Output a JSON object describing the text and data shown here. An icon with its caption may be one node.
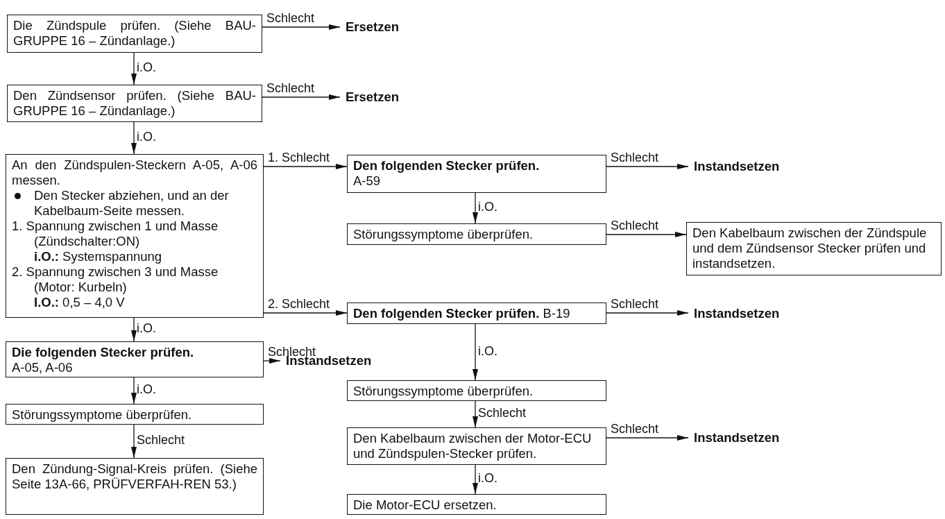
{
  "diagram": {
    "nodes": [
      {
        "text": [
          "Die Zündspule prüfen. (Siehe BAU-GRUPPE 16 – Zündanlage.)"
        ]
      },
      {
        "text": [
          "Ersetzen"
        ]
      },
      {
        "text": [
          "Den Zündsensor prüfen. (Siehe BAU-GRUPPE 16 – Zündanlage.)"
        ]
      },
      {
        "text": [
          "Ersetzen"
        ]
      },
      {
        "text": [
          "An den Zündspulen-Steckern A-05, A-06 messen.",
          "Den Stecker abziehen, und an der Kabelbaum-Seite messen.",
          "1. Spannung zwischen 1 und Masse (Zündschalter:ON)",
          "**i.O.:** Systemspannung",
          "2. Spannung zwischen 3 und Masse (Motor: Kurbeln)",
          "**I.O.:** 0,5 – 4,0 V"
        ]
      },
      {
        "text": [
          "Den folgenden Stecker prüfen.",
          "A-59"
        ]
      },
      {
        "text": [
          "Instandsetzen"
        ]
      },
      {
        "text": [
          "Störungssymptome überprüfen."
        ]
      },
      {
        "text": [
          "Den Kabelbaum zwischen der Zündspule und dem Zündsensor Stecker prüfen und instandsetzen."
        ]
      },
      {
        "text": [
          "**Den folgenden Stecker prüfen.** B-19"
        ]
      },
      {
        "text": [
          "Instandsetzen"
        ]
      },
      {
        "text": [
          "Die folgenden Stecker prüfen.",
          "A-05, A-06"
        ]
      },
      {
        "text": [
          "Instandsetzen"
        ]
      },
      {
        "text": [
          "Störungssymptome überprüfen."
        ]
      },
      {
        "text": [
          "Den Zündung-Signal-Kreis prüfen. (Siehe Seite 13A-66, PRÜFVERFAH-REN 53.)"
        ]
      },
      {
        "text": [
          "Störungssymptome überprüfen."
        ]
      },
      {
        "text": [
          "Den Kabelbaum zwischen der Motor-ECU und Zündspulen-Stecker prüfen."
        ]
      },
      {
        "text": [
          "Instandsetzen"
        ]
      },
      {
        "text": [
          "Die Motor-ECU ersetzen."
        ]
      }
    ],
    "edges": [
      {
        "from": 0,
        "to": 1,
        "arrow": "to",
        "label": "Schlecht"
      },
      {
        "from": 0,
        "to": 2,
        "arrow": "to",
        "label": "i.O."
      },
      {
        "from": 2,
        "to": 3,
        "arrow": "to",
        "label": "Schlecht"
      },
      {
        "from": 2,
        "to": 4,
        "arrow": "to",
        "label": "i.O."
      },
      {
        "from": 4,
        "to": 5,
        "arrow": "to",
        "label": "1. Schlecht"
      },
      {
        "from": 5,
        "to": 6,
        "arrow": "to",
        "label": "Schlecht"
      },
      {
        "from": 5,
        "to": 7,
        "arrow": "to",
        "label": "i.O."
      },
      {
        "from": 7,
        "to": 8,
        "arrow": "to",
        "label": "Schlecht"
      },
      {
        "from": 4,
        "to": 9,
        "arrow": "to",
        "label": "2. Schlecht"
      },
      {
        "from": 9,
        "to": 10,
        "arrow": "to",
        "label": "Schlecht"
      },
      {
        "from": 4,
        "to": 11,
        "arrow": "to",
        "label": "i.O."
      },
      {
        "from": 11,
        "to": 12,
        "arrow": "to",
        "label": "Schlecht"
      },
      {
        "from": 11,
        "to": 13,
        "arrow": "to",
        "label": "i.O."
      },
      {
        "from": 13,
        "to": 14,
        "arrow": "to",
        "label": "Schlecht"
      },
      {
        "from": 9,
        "to": 15,
        "arrow": "to",
        "label": "i.O."
      },
      {
        "from": 15,
        "to": 16,
        "arrow": "to",
        "label": "Schlecht"
      },
      {
        "from": 16,
        "to": 17,
        "arrow": "to",
        "label": "Schlecht"
      },
      {
        "from": 16,
        "to": 18,
        "arrow": "to",
        "label": "i.O."
      }
    ]
  }
}
